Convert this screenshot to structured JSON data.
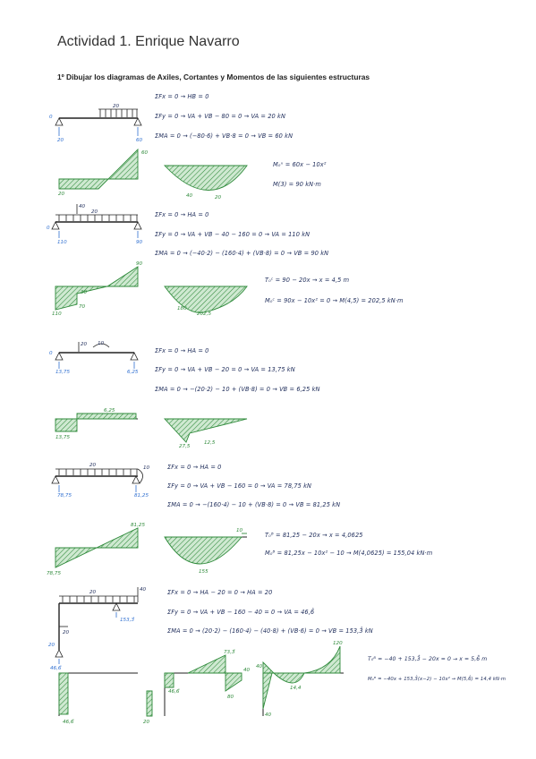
{
  "title": "Actividad 1. Enrique Navarro",
  "subtitle": "1º Dibujar los diagramas de Axiles, Cortantes y Momentos de las siguientes estructuras",
  "ex1": {
    "eq_fx": "ΣFx = 0 → HB = 0",
    "eq_fy": "ΣFy = 0 → VA + VB − 80 = 0 → VA = 20 kN",
    "eq_ma": "ΣMA = 0 → (−80·6) + VB·8 = 0 → VB = 60 kN",
    "moment_eq": "M₀ˣ = 60x − 10x²",
    "moment_val": "M(3) = 90 kN·m",
    "load": "20",
    "react_a": "20",
    "react_b": "60",
    "v_top": "60",
    "v_bot": "20",
    "m_a": "40",
    "m_b": "20"
  },
  "ex2": {
    "eq_fx": "ΣFx = 0 → HA = 0",
    "eq_fy": "ΣFy = 0 → VA + VB − 40 − 160 = 0 → VA = 110 kN",
    "eq_ma": "ΣMA = 0 → (−40·2) − (160·4) + (VB·8) = 0 → VB = 90 kN",
    "shear_eq": "T₀ᶜ = 90 − 20x → x = 4,5 m",
    "moment_eq": "M₀ᶜ = 90x − 10x² = 0 → M(4,5) = 202,5 kN·m",
    "load_p": "40",
    "load_q": "20",
    "react_a": "110",
    "react_b": "90",
    "v_top": "90",
    "v_mid1": "30",
    "v_mid2": "70",
    "v_bot": "110",
    "m1": "180",
    "m2": "202,5"
  },
  "ex3": {
    "eq_fx": "ΣFx = 0 → HA = 0",
    "eq_fy": "ΣFy = 0 → VA + VB − 20 = 0 → VA = 13,75 kN",
    "eq_ma": "ΣMA = 0 → −(20·2) − 10 + (VB·8) = 0 → VB = 6,25 kN",
    "load_p": "20",
    "load_m": "10",
    "react_a": "13,75",
    "react_b": "6,25",
    "v_top": "6,25",
    "v_bot": "13,75",
    "m1": "27,5",
    "m2": "12,5"
  },
  "ex4": {
    "eq_fx": "ΣFx = 0 → HA = 0",
    "eq_fy": "ΣFy = 0 → VA + VB − 160 = 0 → VA = 78,75 kN",
    "eq_ma": "ΣMA = 0 → −(160·4) − 10 + (VB·8) = 0 → VB = 81,25 kN",
    "shear_eq": "T₀ᴮ = 81,25 − 20x → x = 4,0625",
    "moment_eq": "M₀ᴮ = 81,25x − 10x² − 10 → M(4,0625) = 155,04 kN·m",
    "load_q": "20",
    "load_m": "10",
    "react_a": "78,75",
    "react_b": "81,25",
    "v_top": "81,25",
    "v_bot": "78,75",
    "m_end": "10",
    "m_max": "155"
  },
  "ex5": {
    "eq_fx": "ΣFx = 0 → HA − 20 = 0 → HA = 20",
    "eq_fy": "ΣFy = 0 → VA + VB − 160 − 40 = 0 → VA = 46,6̂",
    "eq_ma": "ΣMA = 0 → (20·2) − (160·4) − (40·8) + (VB·6) = 0 → VB = 153,3̂ kN",
    "shear_eq": "T₀ᴮ = −40 + 153,3̂ − 20x = 0 → x = 5,6̂ m",
    "moment_eq": "M₀ᴮ = −40x + 153,3̂(x−2) − 10x² → M(5,6̂) = 14,4 kN·m",
    "load_q": "20",
    "load_p": "40",
    "react_h": "20",
    "react_a": "46,6̂",
    "react_b": "153,3̂",
    "n_val": "46,6̂",
    "v1": "73,3̂",
    "v2": "46,6̂",
    "v3": "40",
    "v4": "80",
    "v5": "20",
    "m1": "40",
    "m2": "120",
    "m3": "14,4",
    "m4": "40"
  }
}
